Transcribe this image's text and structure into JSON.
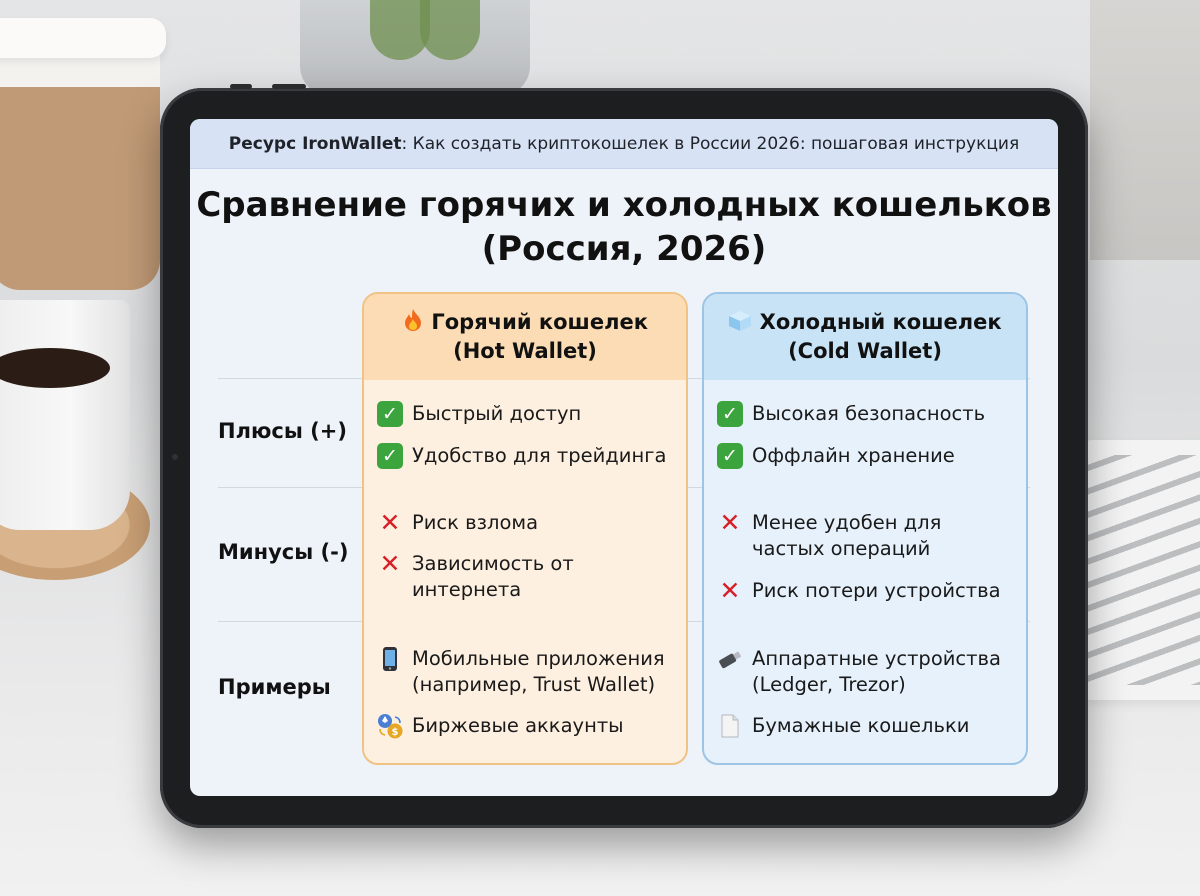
{
  "banner": {
    "brand": "Ресурс IronWallet",
    "text": ": Как создать криптокошелек в России 2026: пошаговая инструкция"
  },
  "title": {
    "line1": "Сравнение горячих и холодных кошельков",
    "line2": "(Россия, 2026)"
  },
  "rows": {
    "pros": "Плюсы (+)",
    "cons": "Минусы (-)",
    "examples": "Примеры"
  },
  "hot": {
    "icon": "fire-icon",
    "title": "Горячий кошелек",
    "subtitle": "(Hot Wallet)",
    "pros": [
      "Быстрый доступ",
      "Удобство для трейдинга"
    ],
    "cons": [
      "Риск взлома",
      "Зависимость от интернета"
    ],
    "examples": [
      "Мобильные приложения (например, Trust Wallet)",
      "Биржевые аккаунты"
    ]
  },
  "cold": {
    "icon": "ice-cube-icon",
    "title": "Холодный кошелек",
    "subtitle": "(Cold Wallet)",
    "pros": [
      "Высокая безопасность",
      "Оффлайн хранение"
    ],
    "cons": [
      "Менее удобен для частых операций",
      "Риск потери устройства"
    ],
    "examples": [
      "Аппаратные устройства (Ledger, Trezor)",
      "Бумажные кошельки"
    ]
  },
  "colors": {
    "hot_bg": "#fdf0e1",
    "hot_border": "#f0c283",
    "cold_bg": "#e6f1fb",
    "cold_border": "#9cc4e4",
    "check": "#3ca43c",
    "cross": "#d81f26"
  }
}
